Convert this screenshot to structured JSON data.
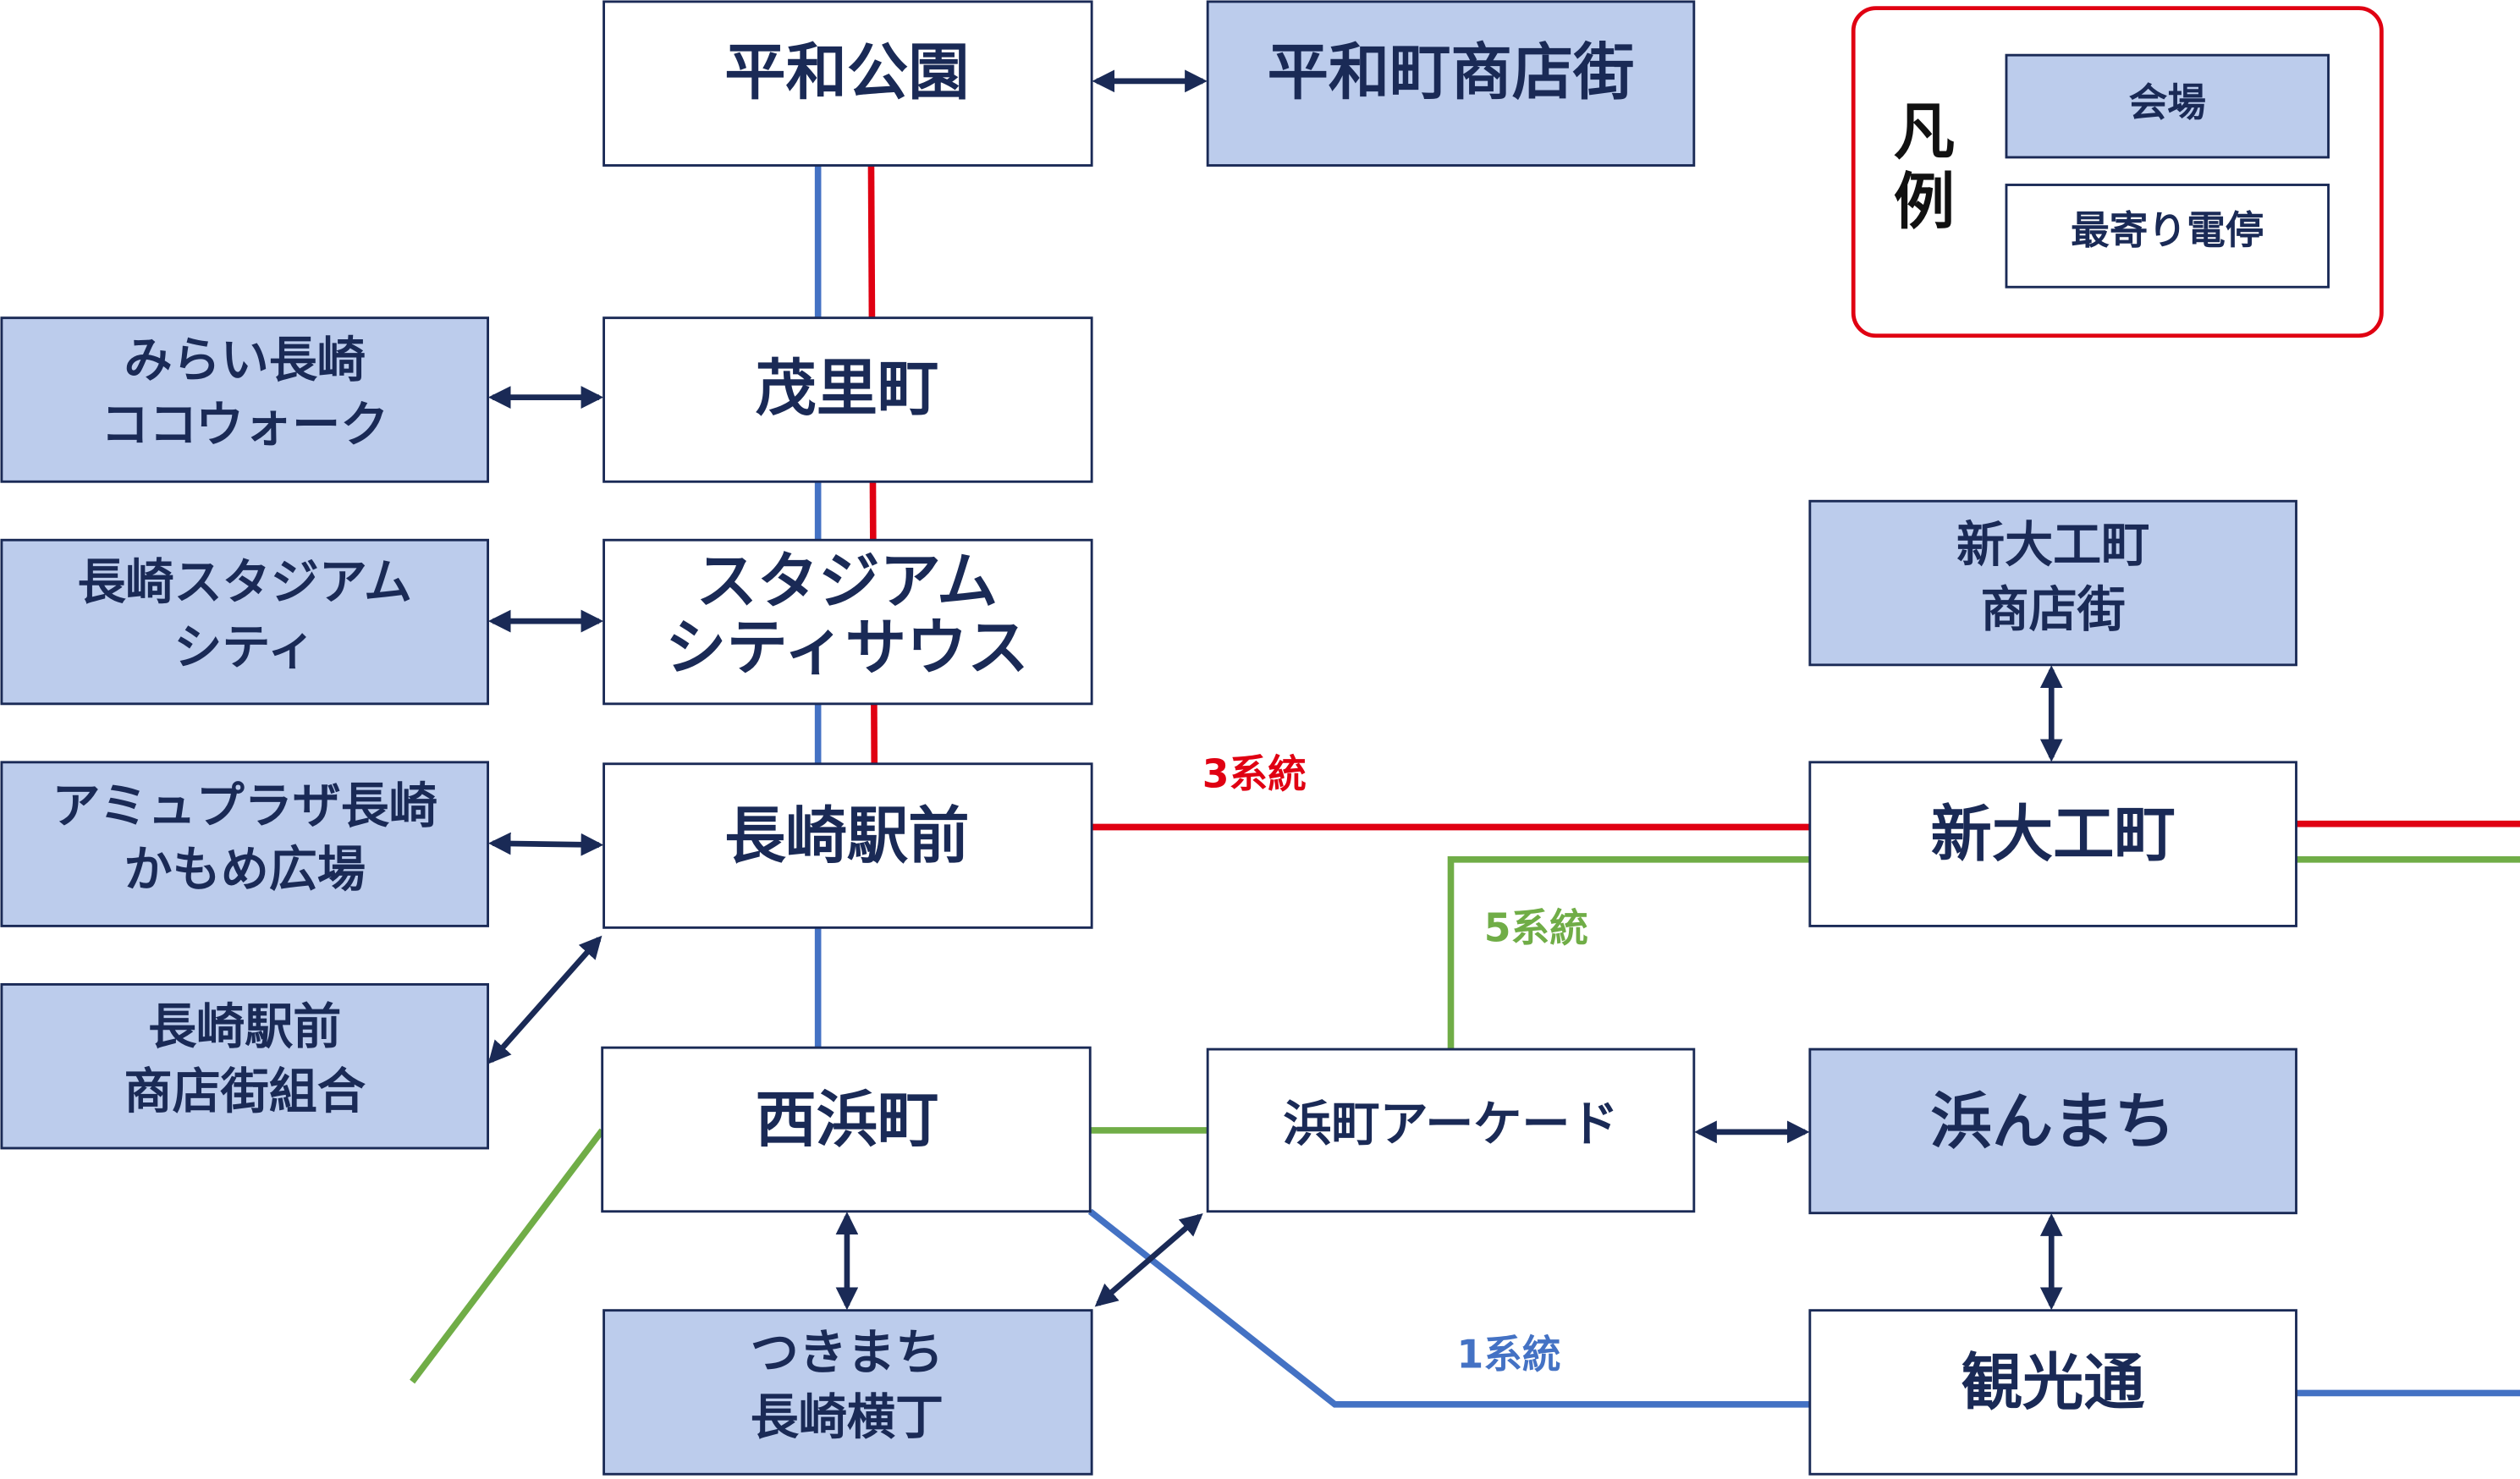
{
  "colors": {
    "venue_fill": "#BCCCEC",
    "border": "#1A2A56",
    "line1": "#4472C4",
    "line3": "#E00012",
    "line5": "#70AD47",
    "legend_border": "#E00012"
  },
  "legend": {
    "title_1": "凡",
    "title_2": "例",
    "venue": "会場",
    "stop": "最寄り電停"
  },
  "lines": {
    "line3": "3系統",
    "line5": "5系統",
    "line1": "1系統"
  },
  "stops": {
    "heiwakoen": "平和公園",
    "morimachi": "茂里町",
    "stadium_south_1": "スタジアム",
    "stadium_south_2": "シティサウス",
    "nagasaki_ekimae": "長崎駅前",
    "nishihamamachi": "西浜町",
    "hamamachi_arcade": "浜町アーケード",
    "shindaikumachi": "新大工町",
    "kankodori": "観光通"
  },
  "venues": {
    "heiwamachi": "平和町商店街",
    "miraicoco_1": "みらい長崎",
    "miraicoco_2": "ココウォーク",
    "stadium_city_1": "長崎スタジアム",
    "stadium_city_2": "シティ",
    "amu_1": "アミュプラザ長崎",
    "amu_2": "かもめ広場",
    "ekimae_shoten_1": "長崎駅前",
    "ekimae_shoten_2": "商店街組合",
    "tsukimachi_1": "つきまち",
    "tsukimachi_2": "長崎横丁",
    "hamanmachi": "浜んまち",
    "shindaiku_shoten_1": "新大工町",
    "shindaiku_shoten_2": "商店街"
  }
}
